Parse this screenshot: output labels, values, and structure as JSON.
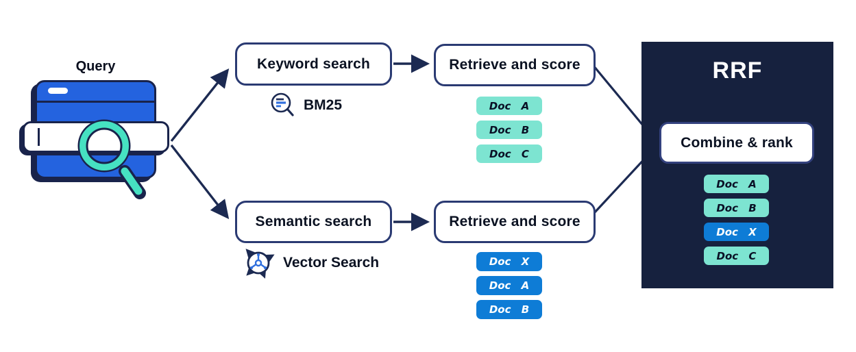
{
  "diagram": {
    "query": {
      "label": "Query",
      "icon": "browser-search-illustration"
    },
    "branches": {
      "keyword": {
        "box_label": "Keyword search",
        "method_label": "BM25",
        "method_icon": "keyword-magnifier-icon",
        "retrieve_label": "Retrieve and score",
        "docs": [
          {
            "text": "Doc A",
            "variant": "teal"
          },
          {
            "text": "Doc B",
            "variant": "teal"
          },
          {
            "text": "Doc C",
            "variant": "teal"
          }
        ]
      },
      "semantic": {
        "box_label": "Semantic search",
        "method_label": "Vector Search",
        "method_icon": "vector-search-icon",
        "retrieve_label": "Retrieve and score",
        "docs": [
          {
            "text": "Doc X",
            "variant": "blue"
          },
          {
            "text": "Doc A",
            "variant": "blue"
          },
          {
            "text": "Doc B",
            "variant": "blue"
          }
        ]
      }
    },
    "rrf": {
      "title": "RRF",
      "combine_label": "Combine & rank",
      "docs": [
        {
          "text": "Doc A",
          "variant": "teal"
        },
        {
          "text": "Doc B",
          "variant": "teal"
        },
        {
          "text": "Doc X",
          "variant": "blue"
        },
        {
          "text": "Doc C",
          "variant": "teal"
        }
      ]
    },
    "colors": {
      "navy_panel": "#16213E",
      "box_border": "#2A3A72",
      "arrow": "#1C2A52",
      "teal_chip": "#7DE4D1",
      "blue_chip": "#0E7CD6",
      "browser_blue": "#2463DF",
      "magnifier_teal": "#46E1C2",
      "text_dark": "#0B1222"
    }
  }
}
